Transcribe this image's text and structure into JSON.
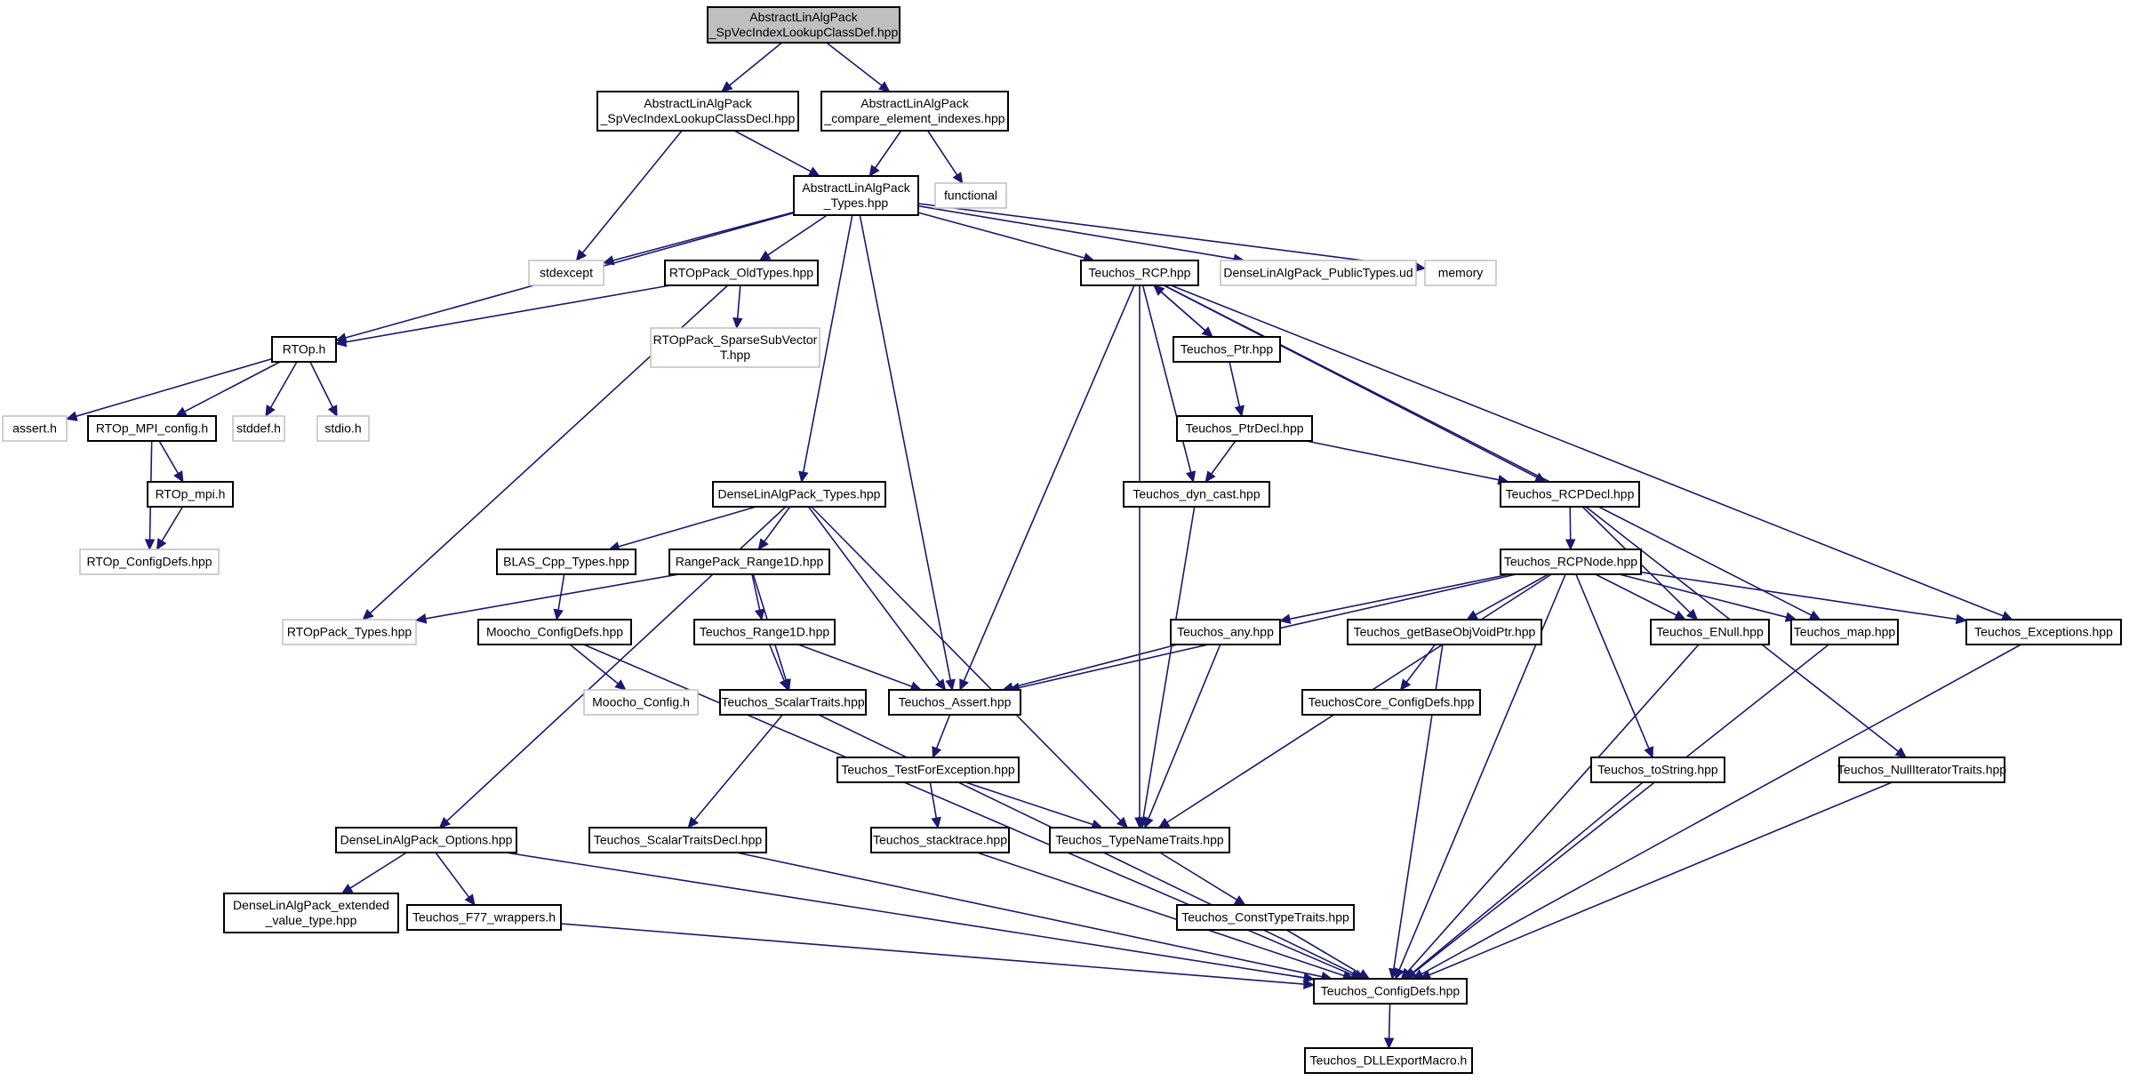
{
  "nodes": [
    {
      "id": "root",
      "lines": [
        "AbstractLinAlgPack",
        "_SpVecIndexLookupClassDef.hpp"
      ],
      "style": "root"
    },
    {
      "id": "decl",
      "lines": [
        "AbstractLinAlgPack",
        "_SpVecIndexLookupClassDecl.hpp"
      ],
      "style": "doc"
    },
    {
      "id": "cmp",
      "lines": [
        "AbstractLinAlgPack",
        "_compare_element_indexes.hpp"
      ],
      "style": "doc"
    },
    {
      "id": "functional",
      "lines": [
        "functional"
      ],
      "style": "ext"
    },
    {
      "id": "types",
      "lines": [
        "AbstractLinAlgPack",
        "_Types.hpp"
      ],
      "style": "doc"
    },
    {
      "id": "stdexcept",
      "lines": [
        "stdexcept"
      ],
      "style": "ext"
    },
    {
      "id": "oldtypes",
      "lines": [
        "RTOpPack_OldTypes.hpp"
      ],
      "style": "doc"
    },
    {
      "id": "rcp",
      "lines": [
        "Teuchos_RCP.hpp"
      ],
      "style": "doc"
    },
    {
      "id": "dlapub",
      "lines": [
        "DenseLinAlgPack_PublicTypes.ud"
      ],
      "style": "ext"
    },
    {
      "id": "memory",
      "lines": [
        "memory"
      ],
      "style": "ext"
    },
    {
      "id": "rtoph",
      "lines": [
        "RTOp.h"
      ],
      "style": "doc"
    },
    {
      "id": "sparsesub",
      "lines": [
        "RTOpPack_SparseSubVector",
        "T.hpp"
      ],
      "style": "ext"
    },
    {
      "id": "ptr",
      "lines": [
        "Teuchos_Ptr.hpp"
      ],
      "style": "doc"
    },
    {
      "id": "asserth",
      "lines": [
        "assert.h"
      ],
      "style": "ext"
    },
    {
      "id": "mpiconfig",
      "lines": [
        "RTOp_MPI_config.h"
      ],
      "style": "doc"
    },
    {
      "id": "stddef",
      "lines": [
        "stddef.h"
      ],
      "style": "ext"
    },
    {
      "id": "stdio",
      "lines": [
        "stdio.h"
      ],
      "style": "ext"
    },
    {
      "id": "ptrdecl",
      "lines": [
        "Teuchos_PtrDecl.hpp"
      ],
      "style": "doc"
    },
    {
      "id": "mpih",
      "lines": [
        "RTOp_mpi.h"
      ],
      "style": "doc"
    },
    {
      "id": "dlatypes",
      "lines": [
        "DenseLinAlgPack_Types.hpp"
      ],
      "style": "doc"
    },
    {
      "id": "dyncast",
      "lines": [
        "Teuchos_dyn_cast.hpp"
      ],
      "style": "doc"
    },
    {
      "id": "rcpdecl",
      "lines": [
        "Teuchos_RCPDecl.hpp"
      ],
      "style": "doc"
    },
    {
      "id": "rtopconfig",
      "lines": [
        "RTOp_ConfigDefs.hpp"
      ],
      "style": "ext"
    },
    {
      "id": "blas",
      "lines": [
        "BLAS_Cpp_Types.hpp"
      ],
      "style": "doc"
    },
    {
      "id": "range1d",
      "lines": [
        "RangePack_Range1D.hpp"
      ],
      "style": "doc"
    },
    {
      "id": "rcpnode",
      "lines": [
        "Teuchos_RCPNode.hpp"
      ],
      "style": "doc"
    },
    {
      "id": "rtoppacktypes",
      "lines": [
        "RTOpPack_Types.hpp"
      ],
      "style": "ext"
    },
    {
      "id": "moochoconfigdefs",
      "lines": [
        "Moocho_ConfigDefs.hpp"
      ],
      "style": "doc"
    },
    {
      "id": "trange1d",
      "lines": [
        "Teuchos_Range1D.hpp"
      ],
      "style": "doc"
    },
    {
      "id": "any",
      "lines": [
        "Teuchos_any.hpp"
      ],
      "style": "doc"
    },
    {
      "id": "getbase",
      "lines": [
        "Teuchos_getBaseObjVoidPtr.hpp"
      ],
      "style": "doc"
    },
    {
      "id": "enull",
      "lines": [
        "Teuchos_ENull.hpp"
      ],
      "style": "doc"
    },
    {
      "id": "tmap",
      "lines": [
        "Teuchos_map.hpp"
      ],
      "style": "doc"
    },
    {
      "id": "exceptions",
      "lines": [
        "Teuchos_Exceptions.hpp"
      ],
      "style": "doc"
    },
    {
      "id": "moochoconfig",
      "lines": [
        "Moocho_Config.h"
      ],
      "style": "ext"
    },
    {
      "id": "scalartraits",
      "lines": [
        "Teuchos_ScalarTraits.hpp"
      ],
      "style": "doc"
    },
    {
      "id": "tassert",
      "lines": [
        "Teuchos_Assert.hpp"
      ],
      "style": "doc"
    },
    {
      "id": "coreconfig",
      "lines": [
        "TeuchosCore_ConfigDefs.hpp"
      ],
      "style": "doc"
    },
    {
      "id": "testforexc",
      "lines": [
        "Teuchos_TestForException.hpp"
      ],
      "style": "doc"
    },
    {
      "id": "tostring",
      "lines": [
        "Teuchos_toString.hpp"
      ],
      "style": "doc"
    },
    {
      "id": "nulliter",
      "lines": [
        "Teuchos_NullIteratorTraits.hpp"
      ],
      "style": "doc"
    },
    {
      "id": "dlaoptions",
      "lines": [
        "DenseLinAlgPack_Options.hpp"
      ],
      "style": "doc"
    },
    {
      "id": "scalartraitsdecl",
      "lines": [
        "Teuchos_ScalarTraitsDecl.hpp"
      ],
      "style": "doc"
    },
    {
      "id": "stacktrace",
      "lines": [
        "Teuchos_stacktrace.hpp"
      ],
      "style": "doc"
    },
    {
      "id": "typename",
      "lines": [
        "Teuchos_TypeNameTraits.hpp"
      ],
      "style": "doc"
    },
    {
      "id": "extvalue",
      "lines": [
        "DenseLinAlgPack_extended",
        "_value_type.hpp"
      ],
      "style": "doc"
    },
    {
      "id": "f77",
      "lines": [
        "Teuchos_F77_wrappers.h"
      ],
      "style": "doc"
    },
    {
      "id": "consttype",
      "lines": [
        "Teuchos_ConstTypeTraits.hpp"
      ],
      "style": "doc"
    },
    {
      "id": "configdefs",
      "lines": [
        "Teuchos_ConfigDefs.hpp"
      ],
      "style": "doc"
    },
    {
      "id": "dllexport",
      "lines": [
        "Teuchos_DLLExportMacro.h"
      ],
      "style": "doc"
    }
  ],
  "edges": [
    [
      "root",
      "decl"
    ],
    [
      "root",
      "cmp"
    ],
    [
      "decl",
      "types"
    ],
    [
      "decl",
      "stdexcept"
    ],
    [
      "cmp",
      "types"
    ],
    [
      "cmp",
      "functional"
    ],
    [
      "types",
      "stdexcept"
    ],
    [
      "types",
      "oldtypes"
    ],
    [
      "types",
      "rtoph"
    ],
    [
      "types",
      "rcp"
    ],
    [
      "types",
      "dlapub"
    ],
    [
      "types",
      "memory"
    ],
    [
      "types",
      "dlatypes"
    ],
    [
      "types",
      "tassert"
    ],
    [
      "oldtypes",
      "rtoph"
    ],
    [
      "oldtypes",
      "sparsesub"
    ],
    [
      "oldtypes",
      "rtoppacktypes"
    ],
    [
      "rtoph",
      "asserth"
    ],
    [
      "rtoph",
      "mpiconfig"
    ],
    [
      "rtoph",
      "stddef"
    ],
    [
      "rtoph",
      "stdio"
    ],
    [
      "mpiconfig",
      "mpih"
    ],
    [
      "mpiconfig",
      "rtopconfig"
    ],
    [
      "mpih",
      "rtopconfig"
    ],
    [
      "rcp",
      "ptr"
    ],
    [
      "rcp",
      "dyncast"
    ],
    [
      "rcp",
      "rcpdecl"
    ],
    [
      "rcp",
      "tassert"
    ],
    [
      "rcp",
      "typename"
    ],
    [
      "rcp",
      "tmap"
    ],
    [
      "rcp",
      "exceptions"
    ],
    [
      "ptr",
      "rcp"
    ],
    [
      "ptr",
      "ptrdecl"
    ],
    [
      "ptrdecl",
      "dyncast"
    ],
    [
      "ptrdecl",
      "rcpdecl"
    ],
    [
      "dyncast",
      "typename"
    ],
    [
      "rcpdecl",
      "rcpnode"
    ],
    [
      "rcpdecl",
      "enull"
    ],
    [
      "rcpdecl",
      "nulliter"
    ],
    [
      "rcpnode",
      "tassert"
    ],
    [
      "rcpnode",
      "any"
    ],
    [
      "rcpnode",
      "getbase"
    ],
    [
      "rcpnode",
      "enull"
    ],
    [
      "rcpnode",
      "tmap"
    ],
    [
      "rcpnode",
      "exceptions"
    ],
    [
      "rcpnode",
      "typename"
    ],
    [
      "rcpnode",
      "tostring"
    ],
    [
      "rcpnode",
      "configdefs"
    ],
    [
      "dlatypes",
      "blas"
    ],
    [
      "dlatypes",
      "range1d"
    ],
    [
      "dlatypes",
      "tassert"
    ],
    [
      "dlatypes",
      "typename"
    ],
    [
      "dlatypes",
      "dlaoptions"
    ],
    [
      "blas",
      "moochoconfigdefs"
    ],
    [
      "range1d",
      "rtoppacktypes"
    ],
    [
      "range1d",
      "trange1d"
    ],
    [
      "range1d",
      "scalartraits"
    ],
    [
      "moochoconfigdefs",
      "moochoconfig"
    ],
    [
      "moochoconfigdefs",
      "configdefs"
    ],
    [
      "trange1d",
      "scalartraits"
    ],
    [
      "trange1d",
      "tassert"
    ],
    [
      "any",
      "tassert"
    ],
    [
      "any",
      "typename"
    ],
    [
      "getbase",
      "coreconfig"
    ],
    [
      "getbase",
      "configdefs"
    ],
    [
      "enull",
      "configdefs"
    ],
    [
      "tmap",
      "configdefs"
    ],
    [
      "exceptions",
      "configdefs"
    ],
    [
      "scalartraits",
      "scalartraitsdecl"
    ],
    [
      "scalartraits",
      "configdefs"
    ],
    [
      "tassert",
      "testforexc"
    ],
    [
      "testforexc",
      "stacktrace"
    ],
    [
      "testforexc",
      "typename"
    ],
    [
      "tostring",
      "configdefs"
    ],
    [
      "nulliter",
      "configdefs"
    ],
    [
      "dlaoptions",
      "extvalue"
    ],
    [
      "dlaoptions",
      "f77"
    ],
    [
      "dlaoptions",
      "configdefs"
    ],
    [
      "scalartraitsdecl",
      "configdefs"
    ],
    [
      "stacktrace",
      "configdefs"
    ],
    [
      "typename",
      "consttype"
    ],
    [
      "consttype",
      "configdefs"
    ],
    [
      "f77",
      "configdefs"
    ],
    [
      "configdefs",
      "dllexport"
    ]
  ]
}
